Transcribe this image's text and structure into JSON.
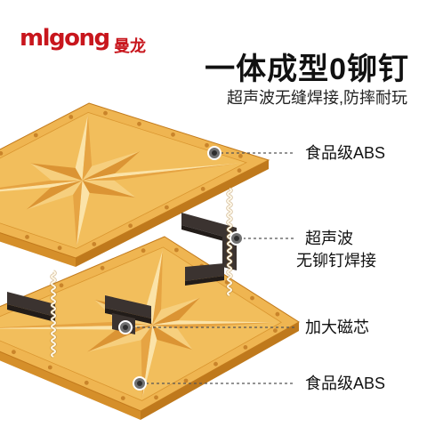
{
  "brand": {
    "logo_text": "mlgong",
    "name_cn": "曼龙"
  },
  "headline": {
    "title": "一体成型0铆钉",
    "subtitle": "超声波无缝焊接,防摔耐玩"
  },
  "callouts": [
    {
      "label": "食品级ABS"
    },
    {
      "line1": "超声波",
      "line2": "无铆钉焊接"
    },
    {
      "label": "加大磁芯"
    },
    {
      "label": "食品级ABS"
    }
  ],
  "colors": {
    "brand": "#c8161d",
    "tile_amber": "#eeb24a",
    "magnet": "#3b3330",
    "text": "#111111",
    "leader": "#555555"
  }
}
